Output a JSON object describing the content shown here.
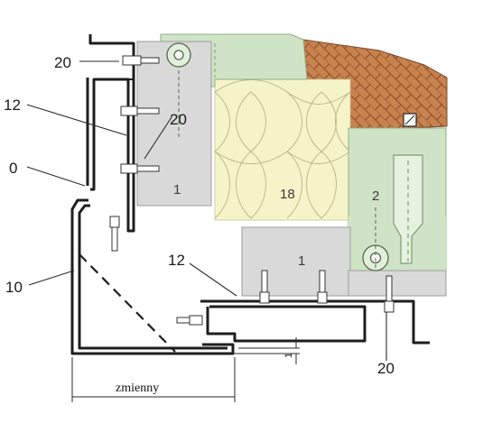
{
  "callouts": {
    "c20_top": "20",
    "c12_left": "12",
    "c20_mid": "20",
    "c0": "0",
    "c10": "10",
    "c12_bottom": "12",
    "c20_bottom": "20"
  },
  "inner_labels": {
    "block1_upper": "1",
    "insulation": "18",
    "bracket2": "2",
    "block1_lower": "1"
  },
  "dimensions": {
    "width_label": "zmienny",
    "gap_label": "1"
  },
  "colors": {
    "green_fill": "#cfe4c6",
    "grey_block": "#d9d9da",
    "insulation_fill": "#f5f4c9",
    "brick_fill": "#c8824e",
    "profile_stroke": "#1e1e1e"
  }
}
